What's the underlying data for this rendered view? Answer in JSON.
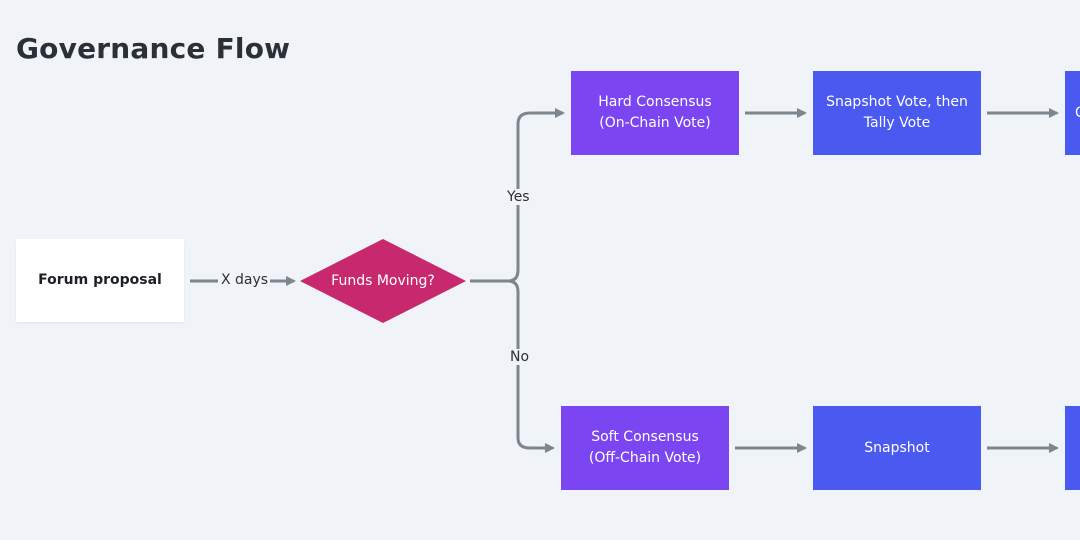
{
  "title": "Governance Flow",
  "colors": {
    "background": "#f0f3f7",
    "decision": "#c8286e",
    "soft_purple": "#7b46f2",
    "blue": "#4a5af0",
    "connector": "#7d858f"
  },
  "nodes": {
    "start": "Forum proposal",
    "decision": "Funds Moving?",
    "hard_consensus": "Hard Consensus\n(On-Chain Vote)",
    "snapshot_tally": "Snapshot Vote, then\nTally Vote",
    "soft_consensus": "Soft Consensus\n(Off-Chain Vote)",
    "snapshot": "Snapshot",
    "cut_top_partial": "C"
  },
  "edges": {
    "start_to_decision": "X days",
    "decision_yes": "Yes",
    "decision_no": "No"
  }
}
